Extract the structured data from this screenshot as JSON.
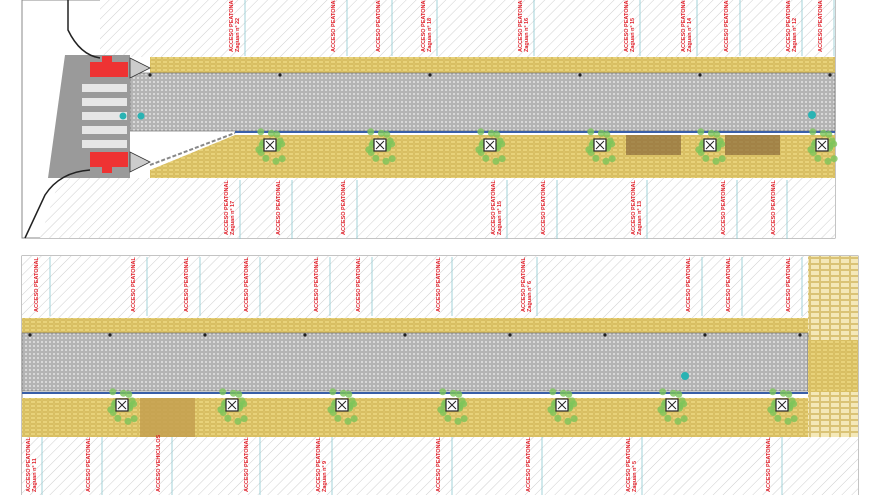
{
  "colors": {
    "sidewalk": "#e8d27a",
    "road": "#b9b9b9",
    "hatch": "#c8c8c8",
    "label": "#e0202a",
    "tree": "#7cc45a",
    "kerb": "#3a5fa8",
    "marker": "#2ab3b3",
    "parking": "#e33"
  },
  "top_panel": {
    "upper_labels": [
      {
        "text": "ACCESO PEATONAL",
        "sub": "Zaguan nº 22"
      },
      {
        "text": "ACCESO PEATONAL",
        "sub": ""
      },
      {
        "text": "ACCESO PEATONAL",
        "sub": ""
      },
      {
        "text": "ACCESO PEATONAL",
        "sub": "Zaguan nº 18"
      },
      {
        "text": "ACCESO PEATONAL",
        "sub": "Zaguan nº 16"
      },
      {
        "text": "ACCESO PEATONAL",
        "sub": "Zaguan nº 15"
      },
      {
        "text": "ACCESO PEATONAL",
        "sub": "Zaguan nº 14"
      },
      {
        "text": "ACCESO PEATONAL",
        "sub": ""
      },
      {
        "text": "ACCESO PEATONAL",
        "sub": "Zaguan nº 12"
      },
      {
        "text": "ACCESO PEATONAL",
        "sub": ""
      }
    ],
    "lower_labels": [
      {
        "text": "ACCESO PEATONAL",
        "sub": "Zaguan nº 17"
      },
      {
        "text": "ACCESO PEATONAL",
        "sub": ""
      },
      {
        "text": "ACCESO PEATONAL",
        "sub": ""
      },
      {
        "text": "ACCESO PEATONAL",
        "sub": "Zaguan nº 15"
      },
      {
        "text": "ACCESO PEATONAL",
        "sub": ""
      },
      {
        "text": "ACCESO PEATONAL",
        "sub": "Zaguan nº 13"
      },
      {
        "text": "ACCESO PEATONAL",
        "sub": ""
      },
      {
        "text": "ACCESO PEATONAL",
        "sub": ""
      }
    ]
  },
  "bottom_panel": {
    "upper_labels": [
      {
        "text": "ACCESO PEATONAL",
        "sub": ""
      },
      {
        "text": "ACCESO PEATONAL",
        "sub": ""
      },
      {
        "text": "ACCESO PEATONAL",
        "sub": ""
      },
      {
        "text": "ACCESO PEATONAL",
        "sub": ""
      },
      {
        "text": "ACCESO PEATONAL",
        "sub": ""
      },
      {
        "text": "ACCESO PEATONAL",
        "sub": ""
      },
      {
        "text": "ACCESO PEATONAL",
        "sub": ""
      },
      {
        "text": "ACCESO PEATONAL",
        "sub": "Zaguan nº 6"
      },
      {
        "text": "ACCESO PEATONAL",
        "sub": ""
      },
      {
        "text": "ACCESO PEATONAL",
        "sub": ""
      },
      {
        "text": "ACCESO PEATONAL",
        "sub": ""
      }
    ],
    "lower_labels": [
      {
        "text": "ACCESO PEATONAL",
        "sub": "Zaguan nº 11"
      },
      {
        "text": "ACCESO PEATONAL",
        "sub": ""
      },
      {
        "text": "ACCESO VEHICULOS",
        "sub": ""
      },
      {
        "text": "ACCESO PEATONAL",
        "sub": ""
      },
      {
        "text": "ACCESO PEATONAL",
        "sub": "Zaguan nº 9"
      },
      {
        "text": "ACCESO PEATONAL",
        "sub": ""
      },
      {
        "text": "ACCESO PEATONAL",
        "sub": ""
      },
      {
        "text": "ACCESO PEATONAL",
        "sub": "Zaguan nº 5"
      },
      {
        "text": "ACCESO PEATONAL",
        "sub": ""
      }
    ]
  }
}
